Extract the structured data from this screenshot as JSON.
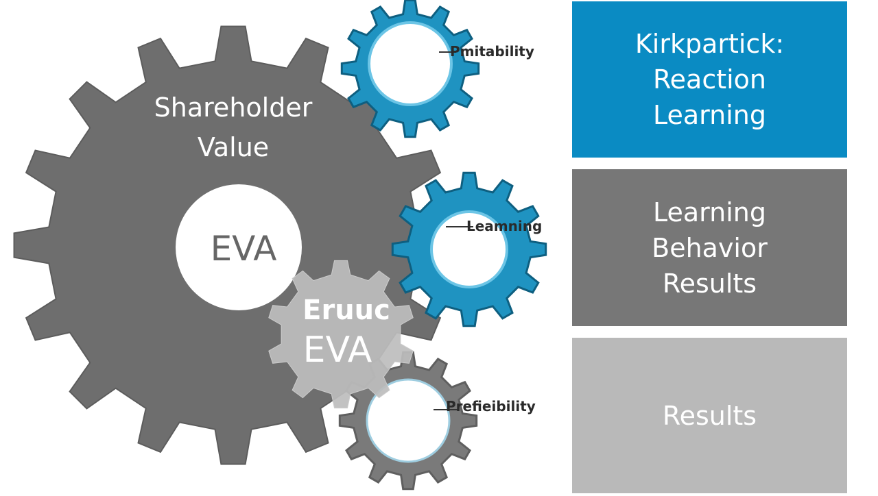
{
  "diagram": {
    "big_gear": {
      "title_line1": "Shareholder",
      "title_line2": "Value",
      "hub_label": "EVA",
      "color": "#6e6e6e"
    },
    "overlay_gear": {
      "line1": "Eruuc",
      "line2": "EVA",
      "color": "#bdbdbd"
    },
    "small_gears": [
      {
        "label": "Pmitability",
        "color": "#1f93c1"
      },
      {
        "label": "Leamning",
        "color": "#1f93c1"
      },
      {
        "label": "Prefieibility",
        "color": "#7a7a7a"
      }
    ]
  },
  "panels": [
    {
      "lines": [
        "Kirkpartick:",
        "Reaction",
        "Learning"
      ],
      "color": "#0a8bc3"
    },
    {
      "lines": [
        "Learning",
        "Behavior",
        "Results"
      ],
      "color": "#777777"
    },
    {
      "lines": [
        "Results"
      ],
      "color": "#b9b9b9"
    }
  ]
}
